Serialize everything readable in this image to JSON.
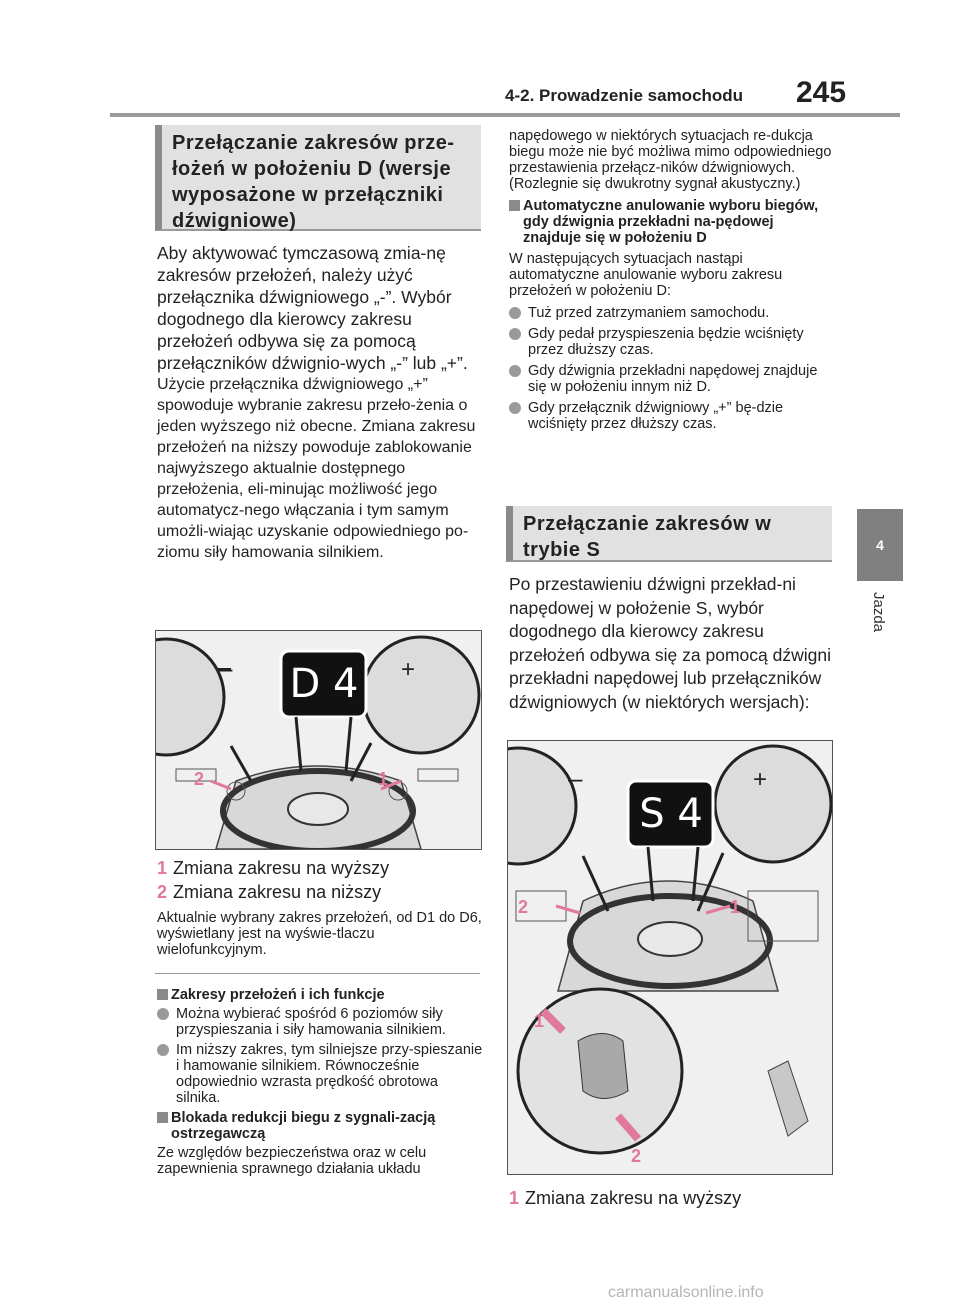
{
  "header": {
    "section": "4-2. Prowadzenie samochodu",
    "page": "245"
  },
  "side": {
    "tab_number": "4",
    "tab_label": "Jazda"
  },
  "left": {
    "heading1": "Przełączanie zakresów prze-łożeń w położeniu D (wersje wyposażone w przełączniki dźwigniowe)",
    "para1": "Aby aktywować tymczasową zmia-nę zakresów przełożeń, należy użyć przełącznika dźwigniowego „-”. Wybór dogodnego dla kierowcy zakresu przełożeń odbywa się za pomocą przełączników dźwignio-wych „-” lub „+”.",
    "para2": "Użycie przełącznika dźwigniowego „+” spowoduje wybranie zakresu przeło-żenia o jeden wyższego niż obecne. Zmiana zakresu przełożeń na niższy powoduje zablokowanie najwyższego aktualnie dostępnego przełożenia, eli-minując możliwość jego automatycz-nego włączania i tym samym umożli-wiając uzyskanie odpowiedniego po-ziomu siły hamowania silnikiem.",
    "figure1": {
      "display": "D 4",
      "label1": "1",
      "label2": "2"
    },
    "item1": {
      "num": "1",
      "text": "Zmiana zakresu na wyższy"
    },
    "item2": {
      "num": "2",
      "text": "Zmiana zakresu na niższy"
    },
    "note": "Aktualnie wybrany zakres przełożeń, od D1 do D6, wyświetlany jest na wyświe-tlaczu wielofunkcyjnym.",
    "sub1_title": "Zakresy przełożeń i ich funkcje",
    "bullet1": "Można wybierać spośród 6 poziomów siły przyspieszania i siły hamowania silnikiem.",
    "bullet2": "Im niższy zakres, tym silniejsze przy-spieszanie i hamowanie silnikiem. Równocześnie odpowiednio wzrasta prędkość obrotowa silnika.",
    "sub2_title": "Blokada redukcji biegu z sygnali-zacją ostrzegawczą",
    "sub2_text": "Ze względów bezpieczeństwa oraz w celu zapewnienia sprawnego działania układu"
  },
  "right": {
    "cont": "napędowego w niektórych sytuacjach re-dukcja biegu może nie być możliwa mimo odpowiedniego przestawienia przełącz-ników dźwigniowych. (Rozlegnie się dwukrotny sygnał akustyczny.)",
    "sub3_title": "Automatyczne anulowanie wyboru biegów, gdy dźwignia przekładni na-pędowej znajduje się w położeniu D",
    "sub3_text": "W następujących sytuacjach nastąpi automatyczne anulowanie wyboru zakresu przełożeń w położeniu D:",
    "bullet3": "Tuż przed zatrzymaniem samochodu.",
    "bullet4": "Gdy pedał przyspieszenia będzie wciśnięty przez dłuższy czas.",
    "bullet5": "Gdy dźwignia przekładni napędowej znajduje się w położeniu innym niż D.",
    "bullet6": "Gdy przełącznik dźwigniowy „+” bę-dzie wciśnięty przez dłuższy czas.",
    "heading2": "Przełączanie zakresów w trybie S",
    "para3": "Po przestawieniu dźwigni przekład-ni napędowej w położenie S, wybór dogodnego dla kierowcy zakresu przełożeń odbywa się za pomocą dźwigni przekładni napędowej lub przełączników dźwigniowych (w niektórych wersjach):",
    "figure2": {
      "display": "S 4",
      "label1": "1",
      "label2": "2",
      "label3": "1",
      "label4": "2"
    },
    "item3": {
      "num": "1",
      "text": "Zmiana zakresu na wyższy"
    }
  },
  "watermark": "carmanualsonline.info"
}
